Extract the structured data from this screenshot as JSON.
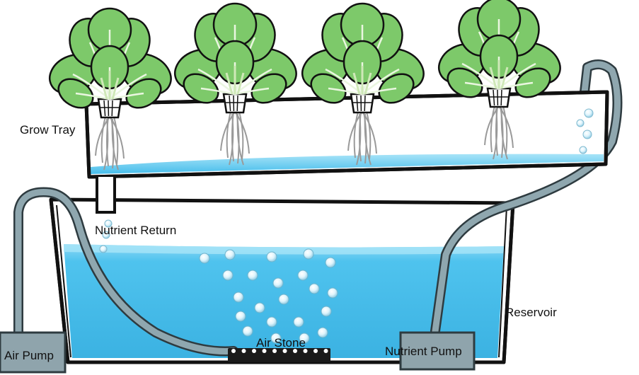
{
  "labels": {
    "grow_tray": "Grow Tray",
    "nutrient_return": "Nutrient Return",
    "reservoir": "Reservoir",
    "air_pump": "Air Pump",
    "air_stone": "Air Stone",
    "nutrient_pump": "Nutrient Pump"
  },
  "colors": {
    "water": "#4FC3EE",
    "water_light": "#9FE0F7",
    "tube": "#7F9AA3",
    "pump": "#8FA4AC",
    "leaf": "#7DC96A",
    "leaf_dark": "#3E9A38",
    "outline": "#111111",
    "root": "#9A9A9A"
  },
  "plants": [
    {
      "name": "lettuce-1"
    },
    {
      "name": "lettuce-2"
    },
    {
      "name": "lettuce-3"
    },
    {
      "name": "lettuce-4"
    }
  ]
}
